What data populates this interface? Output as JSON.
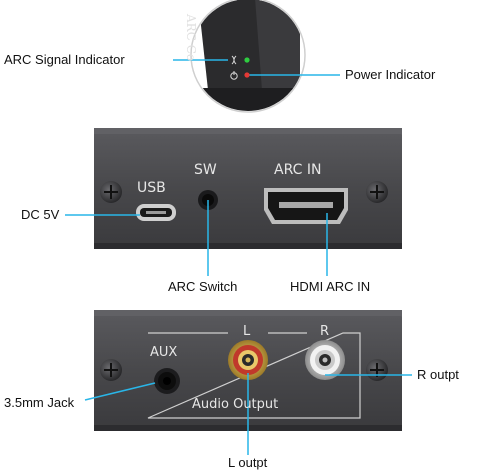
{
  "callouts": {
    "arc_signal": "ARC Signal Indicator",
    "power": "Power Indicator",
    "dc": "DC 5V",
    "arc_switch": "ARC Switch",
    "hdmi_arc_in": "HDMI ARC IN",
    "jack": "3.5mm Jack",
    "r_output": "R outpt",
    "l_output": "L outpt"
  },
  "top_panel": {
    "usb": "USB",
    "sw": "SW",
    "arc_in": "ARC IN"
  },
  "bottom_panel": {
    "aux": "AUX",
    "l": "L",
    "r": "R",
    "audio_output": "Audio Output"
  },
  "zoom": {
    "label": "ARC Co"
  },
  "colors": {
    "device": "#4a4a4d",
    "line": "#29b6e8",
    "led_green": "#2ecc40",
    "led_red": "#e53935",
    "rca_red": "#c0392b"
  }
}
